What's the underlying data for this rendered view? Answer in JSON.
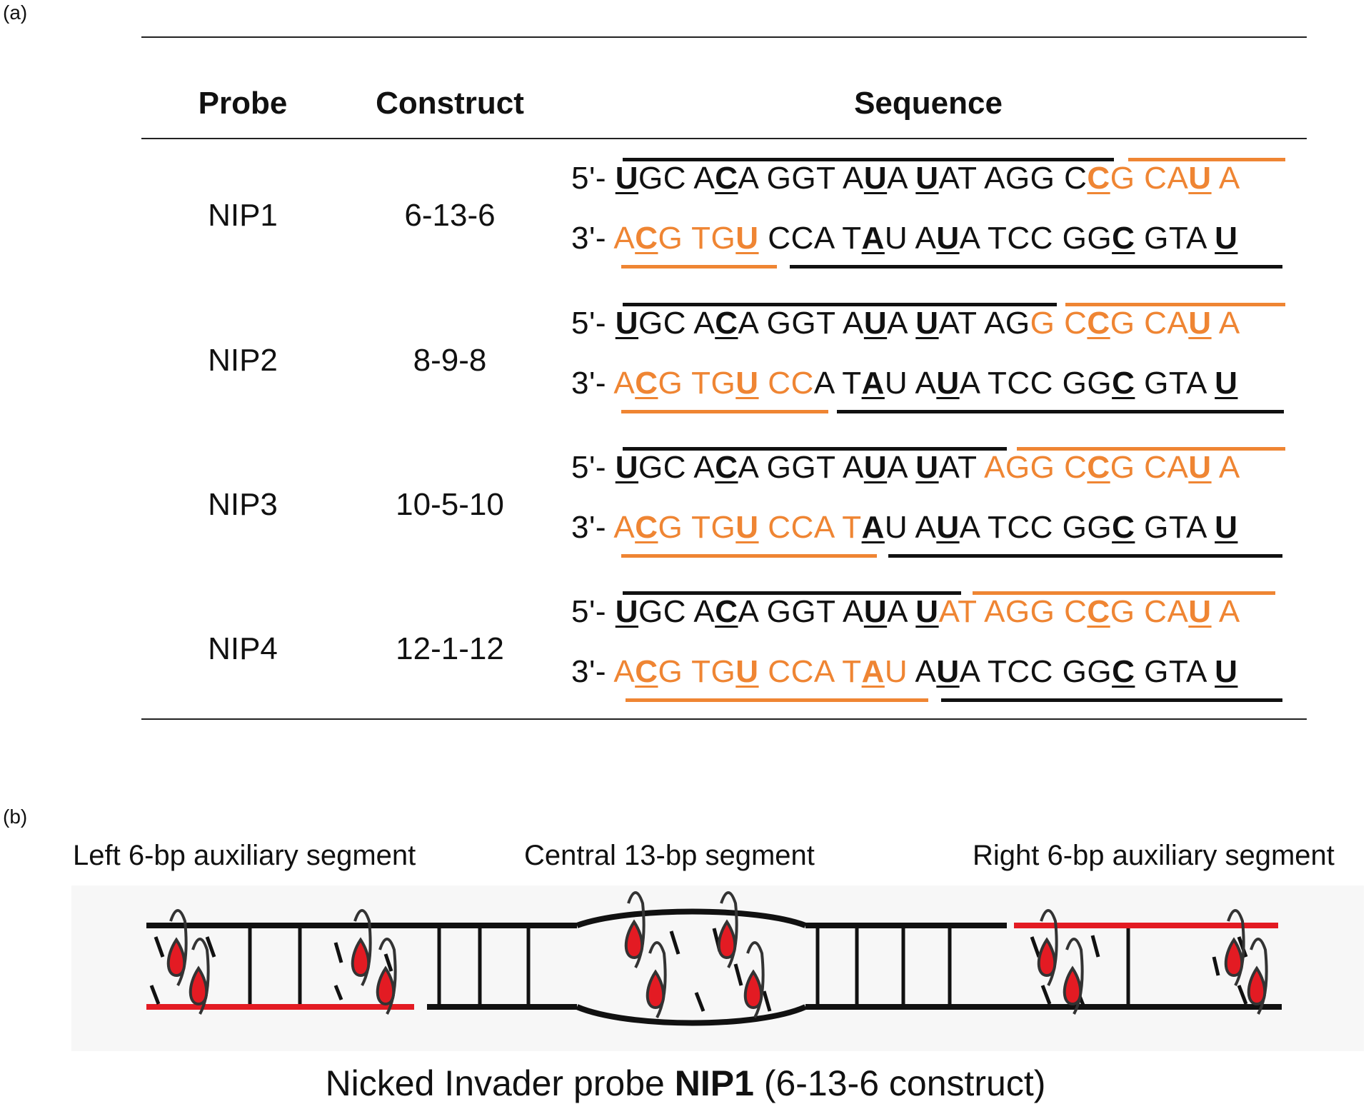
{
  "panels": {
    "a": "(a)",
    "b": "(b)"
  },
  "table": {
    "headers": {
      "probe": "Probe",
      "construct": "Construct",
      "sequence": "Sequence"
    },
    "rows": [
      {
        "probe": "NIP1",
        "construct": "6-13-6",
        "top_prefix": "5'- ",
        "bottom_prefix": "3'- ",
        "top": "UGC ACA GGT AUA UAT AGG CCG CAU A",
        "bottom": "ACG TGU CCA TAU AUA TCC GGC GTA U"
      },
      {
        "probe": "NIP2",
        "construct": "8-9-8",
        "top_prefix": "5'- ",
        "bottom_prefix": "3'- ",
        "top": "UGC ACA GGT AUA UAT AGG CCG CAU A",
        "bottom": "ACG TGU CCA TAU AUA TCC GGC GTA U"
      },
      {
        "probe": "NIP3",
        "construct": "10-5-10",
        "top_prefix": "5'- ",
        "bottom_prefix": "3'- ",
        "top": "UGC ACA GGT AUA UAT AGG CCG CAU A",
        "bottom": "ACG TGU CCA TAU AUA TCC GGC GTA U"
      },
      {
        "probe": "NIP4",
        "construct": "12-1-12",
        "top_prefix": "5'- ",
        "bottom_prefix": "3'- ",
        "top": "UGC ACA GGT AUA UAT AGG CCG CAU A",
        "bottom": "ACG TGU CCA TAU AUA TCC GGC GTA U"
      }
    ]
  },
  "colors": {
    "black_strand": "#111111",
    "orange_strand": "#ef8533",
    "modification": "#e31b23"
  },
  "diagram": {
    "segment_labels": {
      "left": "Left 6-bp auxiliary segment",
      "center": "Central 13-bp segment",
      "right": "Right 6-bp auxiliary segment"
    },
    "caption_pre": "Nicked Invader probe ",
    "caption_bold": "NIP1",
    "caption_post": " (6-13-6 construct)"
  }
}
